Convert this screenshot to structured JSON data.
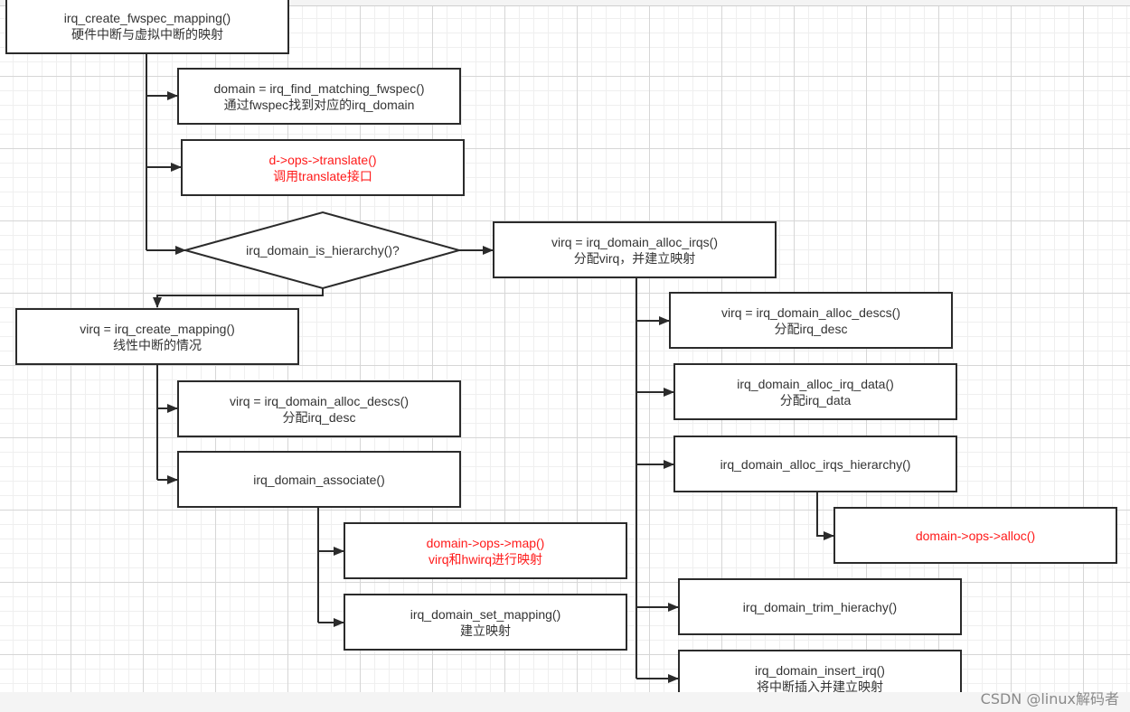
{
  "nodes": {
    "create_fwspec": {
      "line1": "irq_create_fwspec_mapping()",
      "line2": "硬件中断与虚拟中断的映射"
    },
    "find_matching": {
      "line1": "domain = irq_find_matching_fwspec()",
      "line2": "通过fwspec找到对应的irq_domain"
    },
    "translate": {
      "line1": "d->ops->translate()",
      "line2": "调用translate接口"
    },
    "is_hierarchy": {
      "label": "irq_domain_is_hierarchy()?"
    },
    "alloc_irqs": {
      "line1": "virq = irq_domain_alloc_irqs()",
      "line2": "分配virq，并建立映射"
    },
    "create_mapping": {
      "line1": "virq = irq_create_mapping()",
      "line2": "线性中断的情况"
    },
    "alloc_descs_left": {
      "line1": "virq = irq_domain_alloc_descs()",
      "line2": "分配irq_desc"
    },
    "associate": {
      "line1": "irq_domain_associate()"
    },
    "ops_map": {
      "line1": "domain->ops->map()",
      "line2": "virq和hwirq进行映射"
    },
    "set_mapping": {
      "line1": "irq_domain_set_mapping()",
      "line2": "建立映射"
    },
    "alloc_descs_right": {
      "line1": "virq = irq_domain_alloc_descs()",
      "line2": "分配irq_desc"
    },
    "alloc_irq_data": {
      "line1": "irq_domain_alloc_irq_data()",
      "line2": "分配irq_data"
    },
    "alloc_irqs_hierarchy": {
      "line1": "irq_domain_alloc_irqs_hierarchy()"
    },
    "ops_alloc": {
      "line1": "domain->ops->alloc()"
    },
    "trim_hierarchy": {
      "line1": "irq_domain_trim_hierachy()"
    },
    "insert_irq": {
      "line1": "irq_domain_insert_irq()",
      "line2": "将中断插入并建立映射"
    }
  },
  "colors": {
    "highlight": "#ff1a1a",
    "text": "#333333",
    "line": "#2b2b2b"
  },
  "watermark": "CSDN @linux解码者"
}
